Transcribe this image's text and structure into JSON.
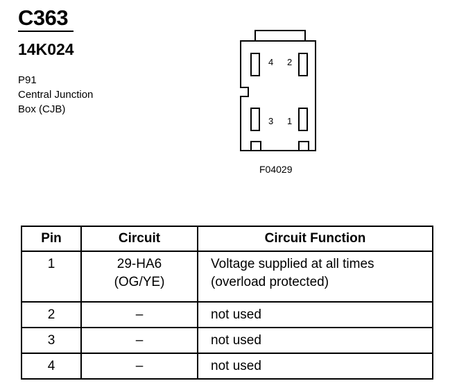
{
  "header": {
    "connector_id": "C363",
    "part_number": "14K024",
    "location_lines": [
      "P91",
      "Central Junction",
      "Box (CJB)"
    ]
  },
  "diagram": {
    "pin_labels": [
      "4",
      "2",
      "3",
      "1"
    ],
    "figure_id": "F04029"
  },
  "table": {
    "headers": {
      "pin": "Pin",
      "circuit": "Circuit",
      "function": "Circuit Function"
    },
    "rows": [
      {
        "pin": "1",
        "circuit_lines": [
          "29-HA6",
          "(OG/YE)"
        ],
        "function_lines": [
          "Voltage supplied at all times",
          "(overload protected)"
        ]
      },
      {
        "pin": "2",
        "circuit_lines": [
          "–"
        ],
        "function_lines": [
          "not used"
        ]
      },
      {
        "pin": "3",
        "circuit_lines": [
          "–"
        ],
        "function_lines": [
          "not used"
        ]
      },
      {
        "pin": "4",
        "circuit_lines": [
          "–"
        ],
        "function_lines": [
          "not used"
        ]
      }
    ]
  }
}
